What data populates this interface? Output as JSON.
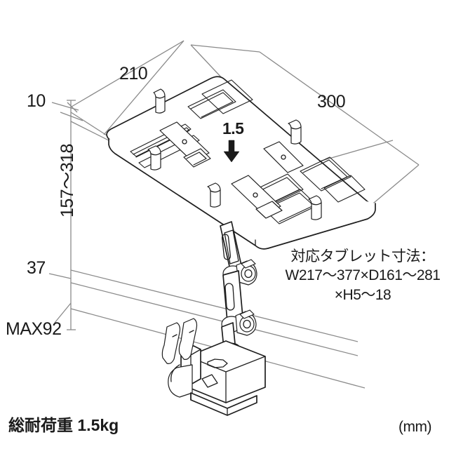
{
  "drawing": {
    "title_alt": "tablet-holder-clamp-mount-dimension-drawing",
    "unit_note": "(mm)",
    "line_color": "#8a8a8a",
    "outline_color": "#1f1f1f",
    "text_color": "#1a1a1a",
    "background": "#ffffff"
  },
  "dimensions": {
    "width_210": "210",
    "depth_300": "300",
    "thickness_10": "10",
    "height_range": "157〜318",
    "offset_37": "37",
    "clamp_max": "MAX92",
    "tablet_thickness": "1.5"
  },
  "callout": {
    "line1": "対応タブレット寸法：",
    "line2": "W217〜377×D161〜281",
    "line3": "×H5〜18"
  },
  "footer": {
    "load_label": "総耐荷重 1.5kg",
    "unit": "(mm)"
  }
}
